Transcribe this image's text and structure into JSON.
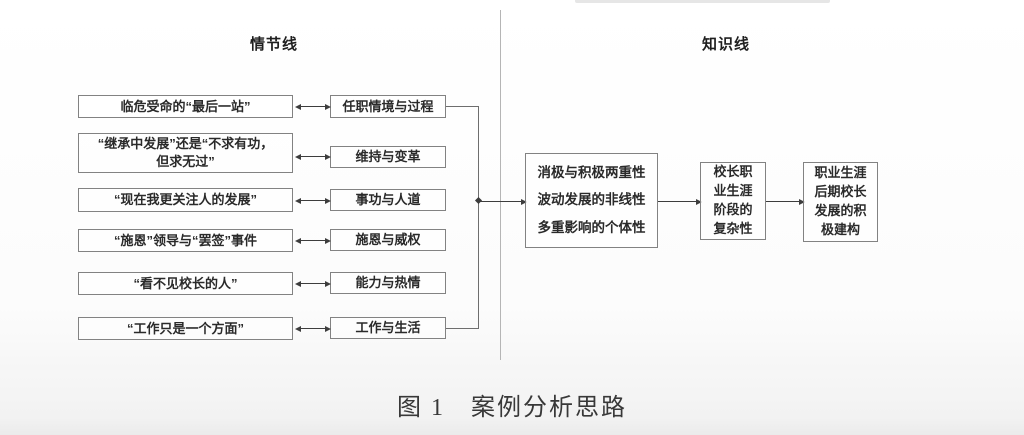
{
  "headers": {
    "left": "情节线",
    "right": "知识线"
  },
  "plot_rows": [
    {
      "left": "临危受命的“最后一站”",
      "mid": "任职情境与过程"
    },
    {
      "left": "“继承中发展”还是“不求有功，\n但求无过”",
      "mid": "维持与变革"
    },
    {
      "left": "“现在我更关注人的发展”",
      "mid": "事功与人道"
    },
    {
      "left": "“施恩”领导与“罢签”事件",
      "mid": "施恩与威权"
    },
    {
      "left": "“看不见校长的人”",
      "mid": "能力与热情"
    },
    {
      "left": "“工作只是一个方面”",
      "mid": "工作与生活"
    }
  ],
  "knowledge_boxes": {
    "features": [
      "消极与积极两重性",
      "波动发展的非线性",
      "多重影响的个体性"
    ],
    "stage": "校长职\n业生涯\n阶段的\n复杂性",
    "construct": "职业生涯\n后期校长\n发展的积\n极建构"
  },
  "caption": "图 1　案例分析思路",
  "colors": {
    "box_border": "#828282",
    "connector": "#3d3d3d",
    "divider": "#b5b5b5",
    "text": "#2a2a2a"
  }
}
